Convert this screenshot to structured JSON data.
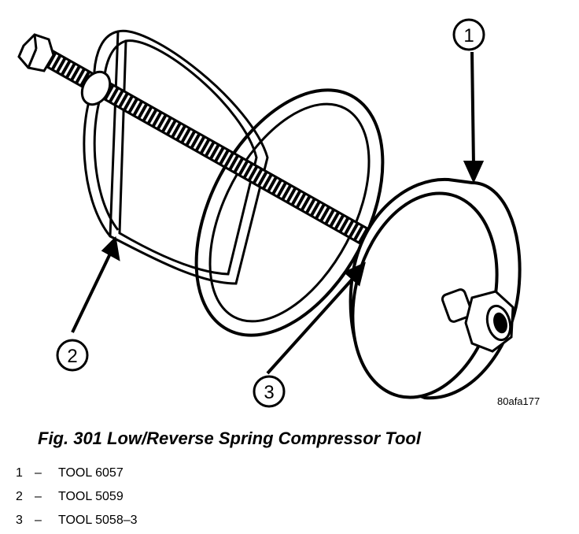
{
  "figure": {
    "callouts": [
      {
        "id": "1"
      },
      {
        "id": "2"
      },
      {
        "id": "3"
      }
    ],
    "image_code": "80afa177"
  },
  "caption": {
    "title": "Fig. 301 Low/Reverse Spring Compressor Tool"
  },
  "legend": [
    {
      "number": "1",
      "dash": "–",
      "label": "TOOL 6057"
    },
    {
      "number": "2",
      "dash": "–",
      "label": "TOOL 5059"
    },
    {
      "number": "3",
      "dash": "–",
      "label": "TOOL 5058–3"
    }
  ]
}
